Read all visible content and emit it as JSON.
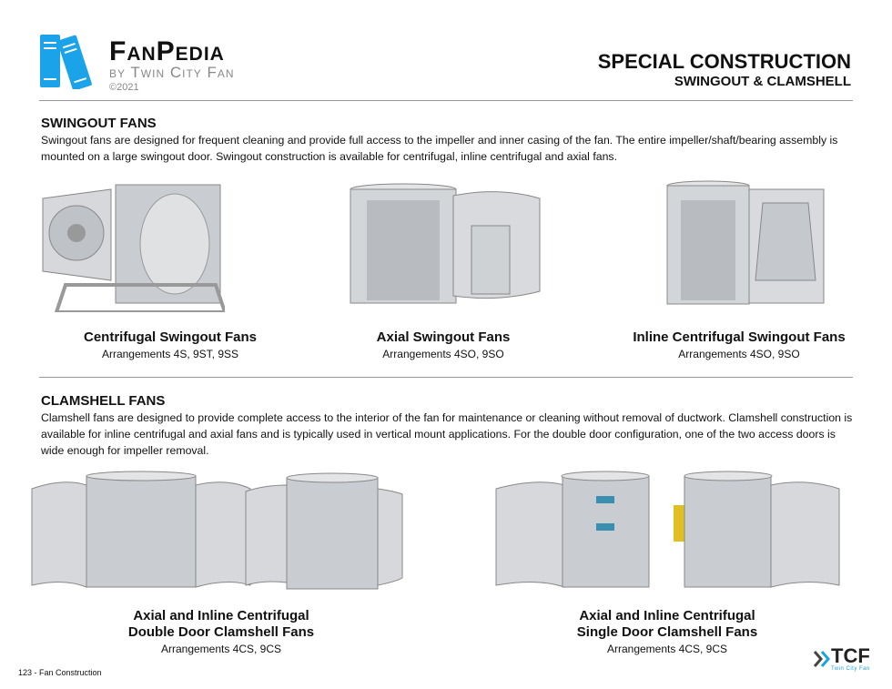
{
  "header": {
    "logo_name": "FanPedia",
    "logo_by": "by Twin City Fan",
    "logo_year": "©2021",
    "title": "SPECIAL CONSTRUCTION",
    "subtitle": "SWINGOUT & CLAMSHELL"
  },
  "swingout": {
    "heading": "SWINGOUT FANS",
    "text": "Swingout fans are designed for frequent cleaning and provide full access to the impeller and inner casing of the fan. The entire impeller/shaft/bearing assembly is mounted on a large swingout door. Swingout construction is available for centrifugal, inline centrifugal and axial fans.",
    "items": [
      {
        "title": "Centrifugal Swingout Fans",
        "sub": "Arrangements 4S, 9ST, 9SS"
      },
      {
        "title": "Axial Swingout Fans",
        "sub": "Arrangements 4SO, 9SO"
      },
      {
        "title": "Inline Centrifugal Swingout Fans",
        "sub": "Arrangements 4SO, 9SO"
      }
    ]
  },
  "clamshell": {
    "heading": "CLAMSHELL FANS",
    "text": "Clamshell fans are designed to provide complete access to the interior of the fan for maintenance or cleaning without removal of ductwork. Clamshell construction is available for inline centrifugal and axial fans and is typically used in vertical mount applications. For the double door configuration, one of the two access doors is wide enough for impeller removal.",
    "items": [
      {
        "title1": "Axial and Inline Centrifugal",
        "title2": "Double Door Clamshell Fans",
        "sub": "Arrangements 4CS, 9CS"
      },
      {
        "title1": "Axial and Inline Centrifugal",
        "title2": "Single Door Clamshell Fans",
        "sub": "Arrangements 4CS, 9CS"
      }
    ]
  },
  "footer": {
    "page": "123 - Fan Construction",
    "brand": "TCF",
    "brand_sub": "Twin City Fan"
  },
  "colors": {
    "logo_blue": "#1aa3e8",
    "tcf_dark": "#444444",
    "tcf_blue": "#1aa3e8"
  }
}
